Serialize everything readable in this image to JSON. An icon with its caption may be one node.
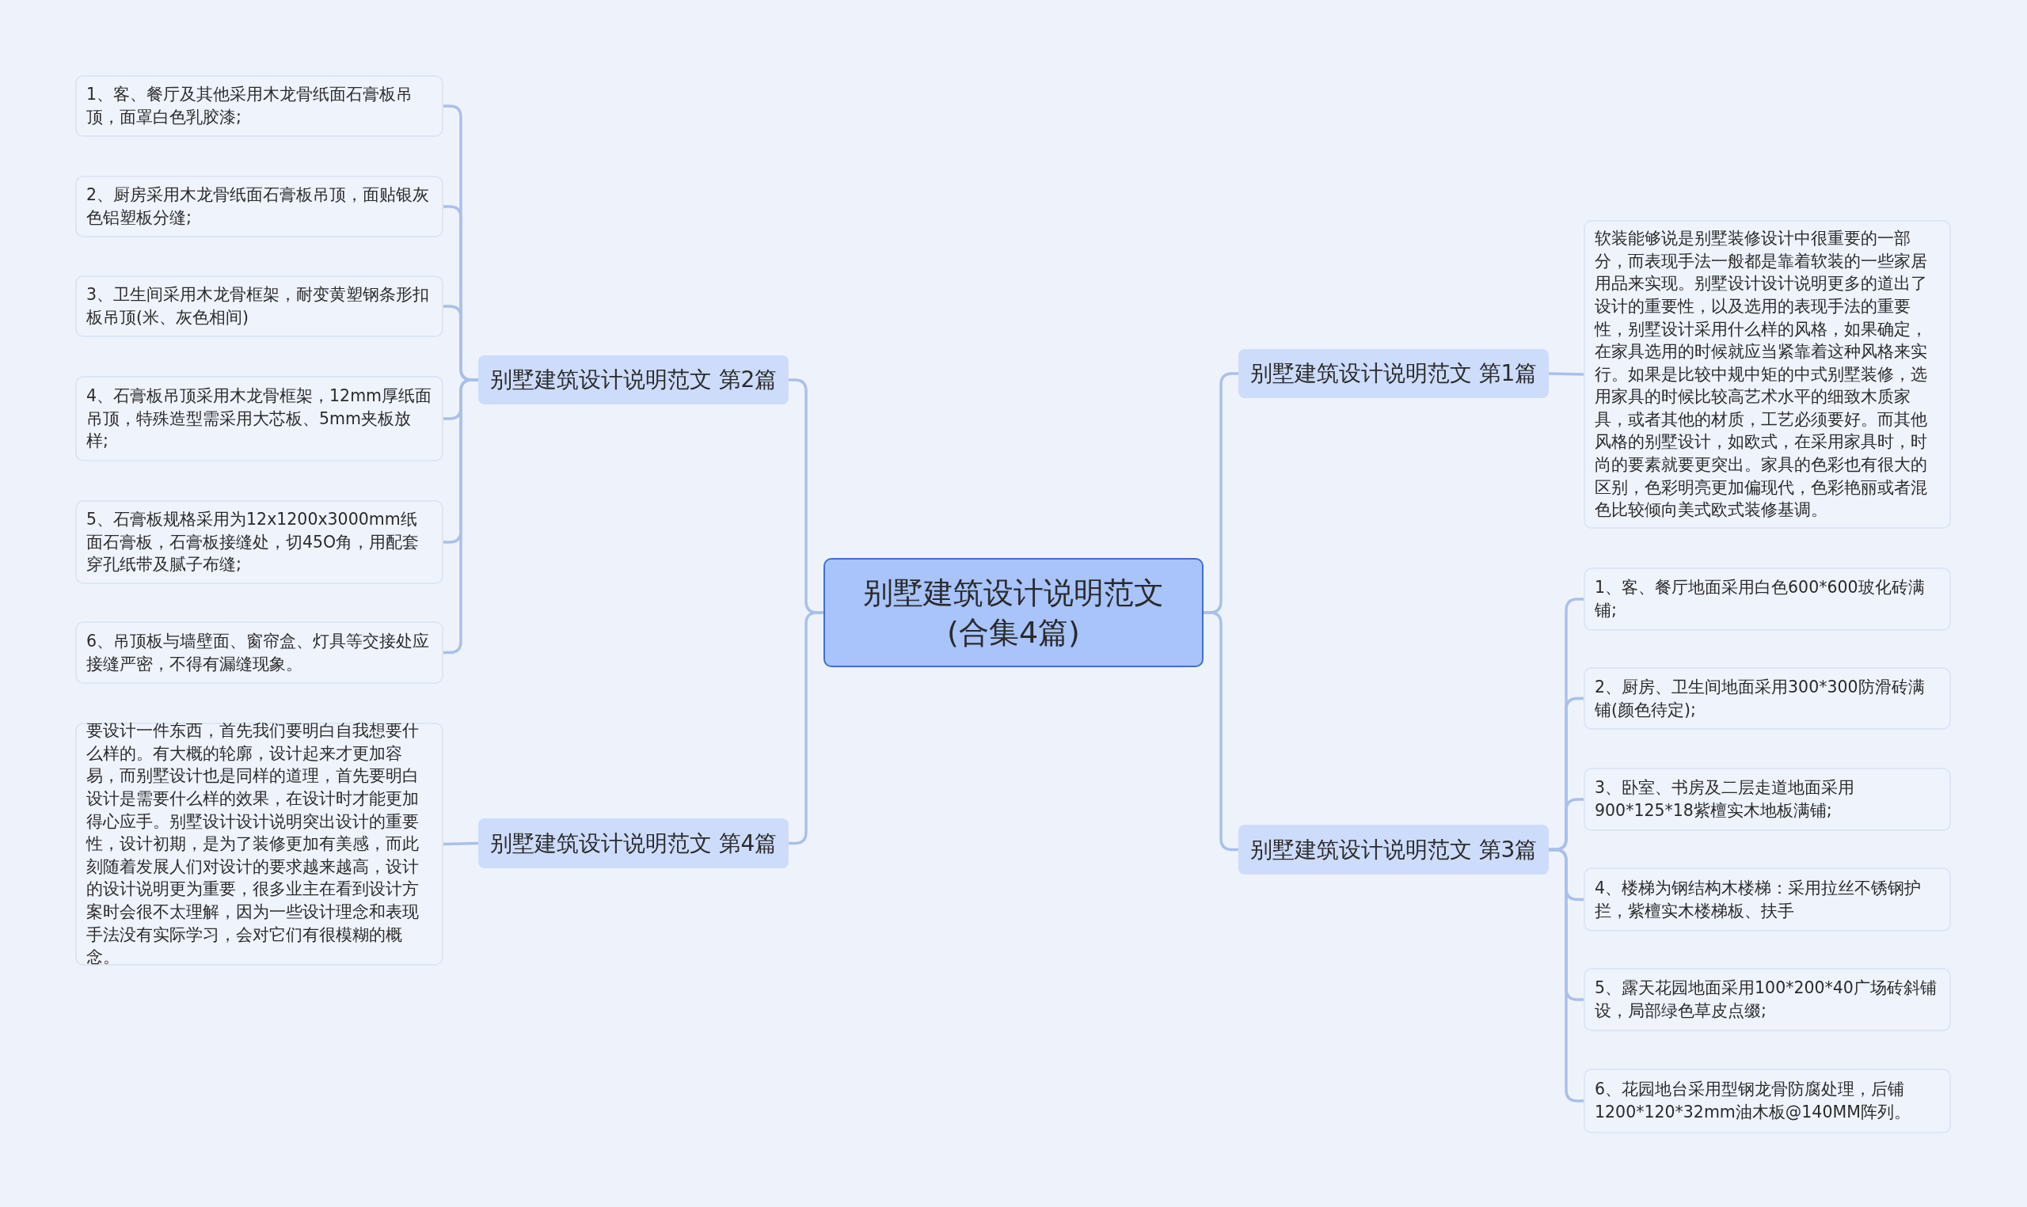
{
  "diagram": {
    "nodes": [
      {
        "text": [
          "别墅建筑设计说明范文(合集4篇)"
        ]
      },
      {
        "text": [
          "别墅建筑设计说明范文 第2篇"
        ]
      },
      {
        "text": [
          "1、客、餐厅及其他采用木龙骨纸面石膏板吊顶，面罩白色乳胶漆;"
        ]
      },
      {
        "text": [
          "2、厨房采用木龙骨纸面石膏板吊顶，面贴银灰色铝塑板分缝;"
        ]
      },
      {
        "text": [
          "3、卫生间采用木龙骨框架，耐变黄塑钢条形扣板吊顶(米、灰色相间)"
        ]
      },
      {
        "text": [
          "4、石膏板吊顶采用木龙骨框架，12mm厚纸面吊顶，特殊造型需采用大芯板、5mm夹板放样;"
        ]
      },
      {
        "text": [
          "5、石膏板规格采用为12x1200x3000mm纸面石膏板，石膏板接缝处，切45O角，用配套穿孔纸带及腻子布缝;"
        ]
      },
      {
        "text": [
          "6、吊顶板与墙壁面、窗帘盒、灯具等交接处应接缝严密，不得有漏缝现象。"
        ]
      },
      {
        "text": [
          "别墅建筑设计说明范文 第4篇"
        ]
      },
      {
        "text": [
          "要设计一件东西，首先我们要明白自我想要什么样的。有大概的轮廓，设计起来才更加容易，而别墅设计也是同样的道理，首先要明白设计是需要什么样的效果，在设计时才能更加得心应手。别墅设计设计说明突出设计的重要性，设计初期，是为了装修更加有美感，而此刻随着发展人们对设计的要求越来越高，设计的设计说明更为重要，很多业主在看到设计方案时会很不太理解，因为一些设计理念和表现手法没有实际学习，会对它们有很模糊的概念。"
        ]
      },
      {
        "text": [
          "别墅建筑设计说明范文 第1篇"
        ]
      },
      {
        "text": [
          "软装能够说是别墅装修设计中很重要的一部分，而表现手法一般都是靠着软装的一些家居用品来实现。别墅设计设计说明更多的道出了设计的重要性，以及选用的表现手法的重要性，别墅设计采用什么样的风格，如果确定，在家具选用的时候就应当紧靠着这种风格来实行。如果是比较中规中矩的中式别墅装修，选用家具的时候比较高艺术水平的细致木质家具，或者其他的材质，工艺必须要好。而其他风格的别墅设计，如欧式，在采用家具时，时尚的要素就要更突出。家具的色彩也有很大的区别，色彩明亮更加偏现代，色彩艳丽或者混色比较倾向美式欧式装修基调。"
        ]
      },
      {
        "text": [
          "别墅建筑设计说明范文 第3篇"
        ]
      },
      {
        "text": [
          "1、客、餐厅地面采用白色600*600玻化砖满铺;"
        ]
      },
      {
        "text": [
          "2、厨房、卫生间地面采用300*300防滑砖满铺(颜色待定);"
        ]
      },
      {
        "text": [
          "3、卧室、书房及二层走道地面采用900*125*18紫檀实木地板满铺;"
        ]
      },
      {
        "text": [
          "4、楼梯为钢结构木楼梯：采用拉丝不锈钢护拦，紫檀实木楼梯板、扶手"
        ]
      },
      {
        "text": [
          "5、露天花园地面采用100*200*40广场砖斜铺设，局部绿色草皮点缀;"
        ]
      },
      {
        "text": [
          "6、花园地台采用型钢龙骨防腐处理，后铺1200*120*32mm油木板@140MM阵列。"
        ]
      }
    ],
    "edges": [
      {
        "from": 0,
        "to": 1,
        "arrow": "none"
      },
      {
        "from": 0,
        "to": 8,
        "arrow": "none"
      },
      {
        "from": 0,
        "to": 10,
        "arrow": "none"
      },
      {
        "from": 0,
        "to": 12,
        "arrow": "none"
      },
      {
        "from": 1,
        "to": 2,
        "arrow": "none"
      },
      {
        "from": 1,
        "to": 3,
        "arrow": "none"
      },
      {
        "from": 1,
        "to": 4,
        "arrow": "none"
      },
      {
        "from": 1,
        "to": 5,
        "arrow": "none"
      },
      {
        "from": 1,
        "to": 6,
        "arrow": "none"
      },
      {
        "from": 1,
        "to": 7,
        "arrow": "none"
      },
      {
        "from": 8,
        "to": 9,
        "arrow": "none"
      },
      {
        "from": 10,
        "to": 11,
        "arrow": "none"
      },
      {
        "from": 12,
        "to": 13,
        "arrow": "none"
      },
      {
        "from": 12,
        "to": 14,
        "arrow": "none"
      },
      {
        "from": 12,
        "to": 15,
        "arrow": "none"
      },
      {
        "from": 12,
        "to": 16,
        "arrow": "none"
      },
      {
        "from": 12,
        "to": 17,
        "arrow": "none"
      },
      {
        "from": 12,
        "to": 18,
        "arrow": "none"
      }
    ]
  }
}
